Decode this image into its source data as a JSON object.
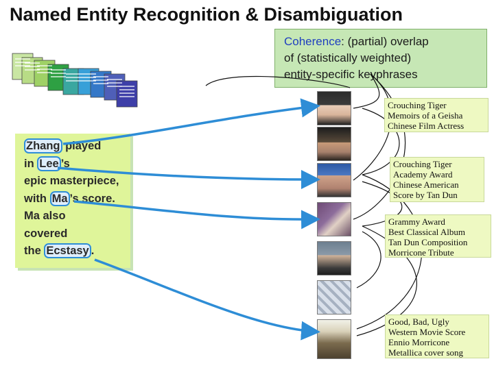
{
  "title": "Named Entity Recognition & Disambiguation",
  "coherence": {
    "keyword": "Coherence",
    "line1_rest": ": (partial) overlap",
    "line2": "of (statistically weighted)",
    "line3": "entity-specific keyphrases"
  },
  "input_text": {
    "line1_mention": "Zhang",
    "line1_rest": " played",
    "line2_pre": "in ",
    "line2_mention": "Lee",
    "line2_rest": "’s",
    "line3": "epic masterpiece,",
    "line4_pre": "with ",
    "line4_mention": "Ma",
    "line4_rest": "’s score.",
    "line5": "Ma also",
    "line6": "covered",
    "line7_pre": "the ",
    "line7_mention": "Ecstasy",
    "line7_rest": "."
  },
  "entity_keyphrases": [
    [
      "Crouching Tiger",
      "Memoirs of a Geisha",
      "Chinese Film Actress"
    ],
    [
      "Crouching Tiger",
      "Academy Award",
      "Chinese American",
      "Score by Tan Dun"
    ],
    [
      "Grammy Award",
      "Best Classical Album",
      "Tan Dun Composition",
      "Morricone Tribute"
    ],
    [
      "Good, Bad, Ugly",
      "Western Movie Score",
      "Ennio Morricone",
      "Metallica cover song"
    ]
  ],
  "colors": {
    "arrow": "#2e8dd6",
    "coherence_bg": "#c6e7b5",
    "keyword": "#1f3fbf",
    "text_note_bg": "#dff59a",
    "label_bg": "#eef9c2"
  }
}
